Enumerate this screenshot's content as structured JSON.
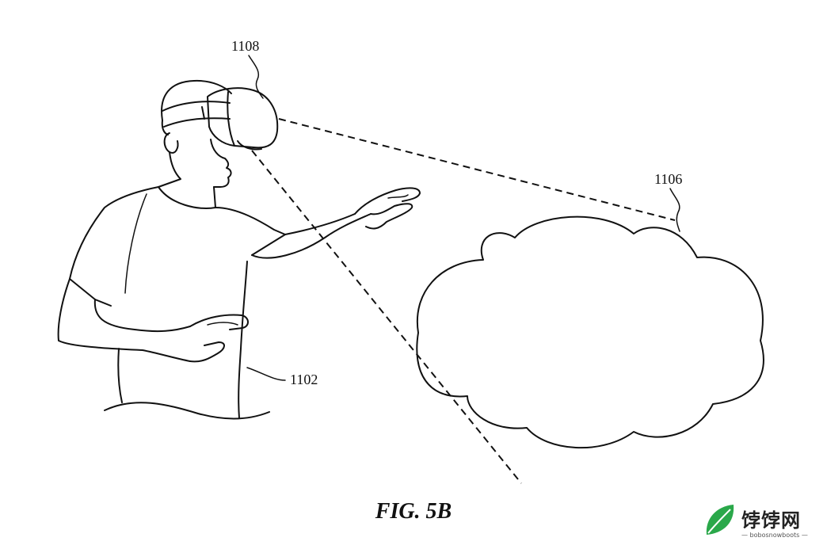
{
  "figure": {
    "labels": {
      "headset": "1108",
      "virtual_object": "1106",
      "user": "1102"
    },
    "caption": "FIG. 5B"
  },
  "watermark": {
    "brand": "饽饽网",
    "domain": "— bobosnowboots —",
    "color": "#2aa84a"
  }
}
